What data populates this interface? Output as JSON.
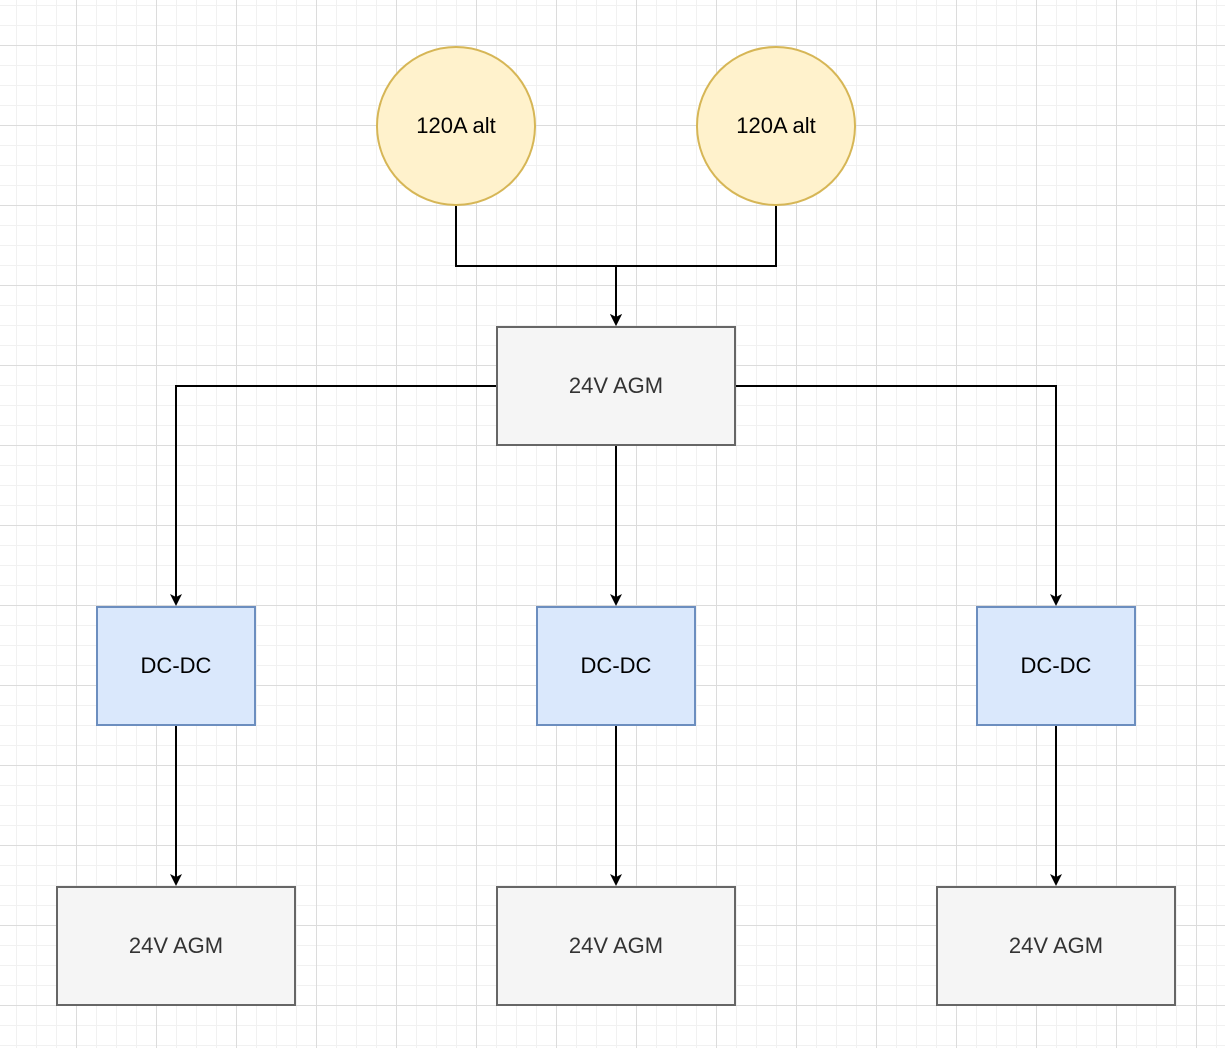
{
  "diagram": {
    "alternators": [
      {
        "label": "120A alt"
      },
      {
        "label": "120A alt"
      }
    ],
    "main_battery": {
      "label": "24V AGM"
    },
    "converters": [
      {
        "label": "DC-DC"
      },
      {
        "label": "DC-DC"
      },
      {
        "label": "DC-DC"
      }
    ],
    "batteries": [
      {
        "label": "24V AGM"
      },
      {
        "label": "24V AGM"
      },
      {
        "label": "24V AGM"
      }
    ]
  },
  "colors": {
    "alt_fill": "#fff2cc",
    "alt_stroke": "#d6b656",
    "agm_fill": "#f5f5f5",
    "agm_stroke": "#666666",
    "dcdc_fill": "#dae8fc",
    "dcdc_stroke": "#6c8ebf",
    "edge": "#000000"
  }
}
